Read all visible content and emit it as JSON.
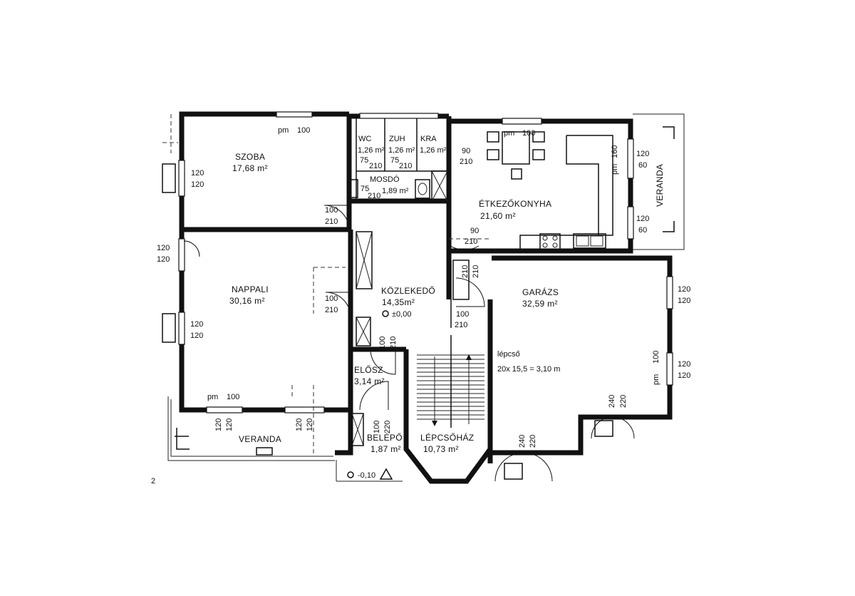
{
  "colors": {
    "ink": "#111111",
    "paper": "#ffffff"
  },
  "rooms": {
    "szoba": {
      "name": "SZOBA",
      "area": "17,68 m²"
    },
    "nappali": {
      "name": "NAPPALI",
      "area": "30,16 m²"
    },
    "etkezokonyha": {
      "name": "ÉTKEZŐKONYHA",
      "area": "21,60 m²"
    },
    "kozlekedo": {
      "name": "KÖZLEKEDŐ",
      "area": "14,35m²",
      "level": "±0,00"
    },
    "garazs": {
      "name": "GARÁZS",
      "area": "32,59 m²"
    },
    "elosz": {
      "name": "ELŐSZ",
      "area": "3,14 m²"
    },
    "belepo": {
      "name": "BELÉPŐ",
      "area": "1,87 m²"
    },
    "lepcsohaz": {
      "name": "LÉPCSŐHÁZ",
      "area": "10,73 m²"
    },
    "mosdo": {
      "name": "MOSDÓ",
      "area": "1,89 m²"
    },
    "wc": {
      "name": "WC",
      "area": "1,26 m²"
    },
    "zuh": {
      "name": "ZUH",
      "area": "1,26 m²"
    },
    "kra": {
      "name": "KRA",
      "area": "1,26 m²"
    },
    "veranda_front": {
      "name": "VERANDA"
    },
    "veranda_side": {
      "name": "VERANDA"
    }
  },
  "stair_note": {
    "title": "lépcső",
    "formula": "20x 15,5 = 3,10 m"
  },
  "entry_level": "-0,10",
  "page_number": "2",
  "dims": {
    "szoba_top_pm": "pm",
    "szoba_top_w": "100",
    "kitchen_top_pm": "pm",
    "kitchen_top_w": "100",
    "szoba_left_a": "120",
    "szoba_left_b": "120",
    "nappali_left_a": "120",
    "nappali_left_b": "120",
    "nappali_left2_a": "120",
    "nappali_left2_b": "120",
    "nappali_bottom_pm": "pm",
    "nappali_bottom_w": "100",
    "szoba_door_a": "100",
    "szoba_door_b": "210",
    "nappali_door_a": "100",
    "nappali_door_b": "210",
    "kitchen_right_pm": "pm",
    "kitchen_right_w": "160",
    "kitchen_win1_a": "120",
    "kitchen_win1_b": "60",
    "kitchen_win2_a": "120",
    "kitchen_win2_b": "60",
    "kra_door_a": "90",
    "kra_door_b": "210",
    "kitchen_door_a": "90",
    "kitchen_door_b": "210",
    "garage_door_a": "210",
    "garage_door_b": "210",
    "garage_door2_a": "100",
    "garage_door2_b": "210",
    "garage_right1_a": "120",
    "garage_right1_b": "120",
    "garage_right2_a": "120",
    "garage_right2_b": "120",
    "garage_right_pm": "pm",
    "garage_right_w": "100",
    "garage_gate_a": "240",
    "garage_gate_b": "220",
    "stair_gate_a": "240",
    "stair_gate_b": "220",
    "elosz_door_a": "100",
    "elosz_door_b": "210",
    "belepo_door_a": "100",
    "belepo_door_b": "220",
    "veranda_a": "120",
    "veranda_b": "120",
    "veranda_c": "120",
    "veranda_d": "120",
    "wc_a": "75",
    "wc_b": "210",
    "zuh_a": "75",
    "zuh_b": "210",
    "mosdo_a": "75",
    "mosdo_b": "210"
  }
}
